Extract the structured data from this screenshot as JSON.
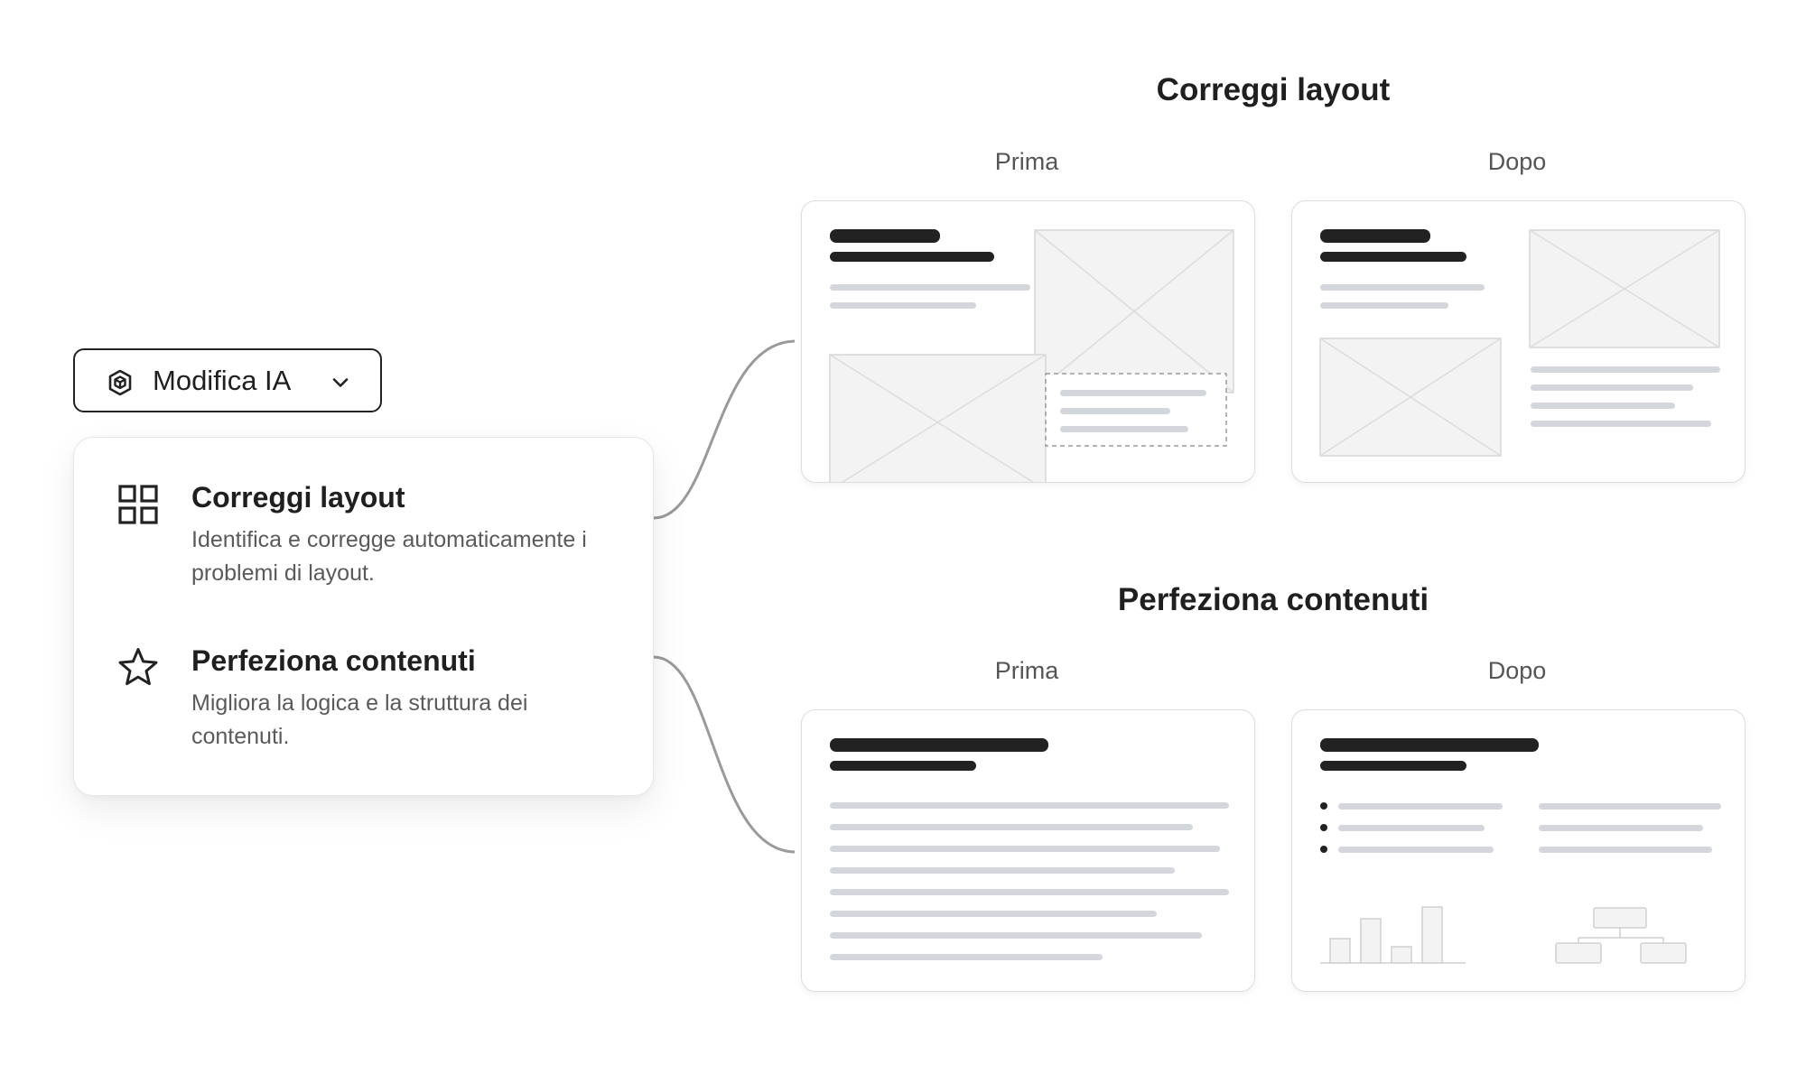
{
  "dropdown": {
    "label": "Modifica IA",
    "icon": "ai-cube-icon",
    "chevron": "chevron-down-icon"
  },
  "menu": {
    "items": [
      {
        "title": "Correggi layout",
        "description": "Identifica e corregge automaticamente i problemi di layout.",
        "icon": "grid-icon"
      },
      {
        "title": "Perfeziona contenuti",
        "description": "Migliora la logica e la struttura dei contenuti.",
        "icon": "star-icon"
      }
    ]
  },
  "sections": [
    {
      "title": "Correggi layout",
      "before_label": "Prima",
      "after_label": "Dopo"
    },
    {
      "title": "Perfeziona contenuti",
      "before_label": "Prima",
      "after_label": "Dopo"
    }
  ],
  "colors": {
    "dark_bar": "#222222",
    "light_bar": "#d3d6da",
    "placeholder_fill": "#f3f3f3",
    "placeholder_stroke": "#d6d6d6",
    "connector": "#999999"
  }
}
